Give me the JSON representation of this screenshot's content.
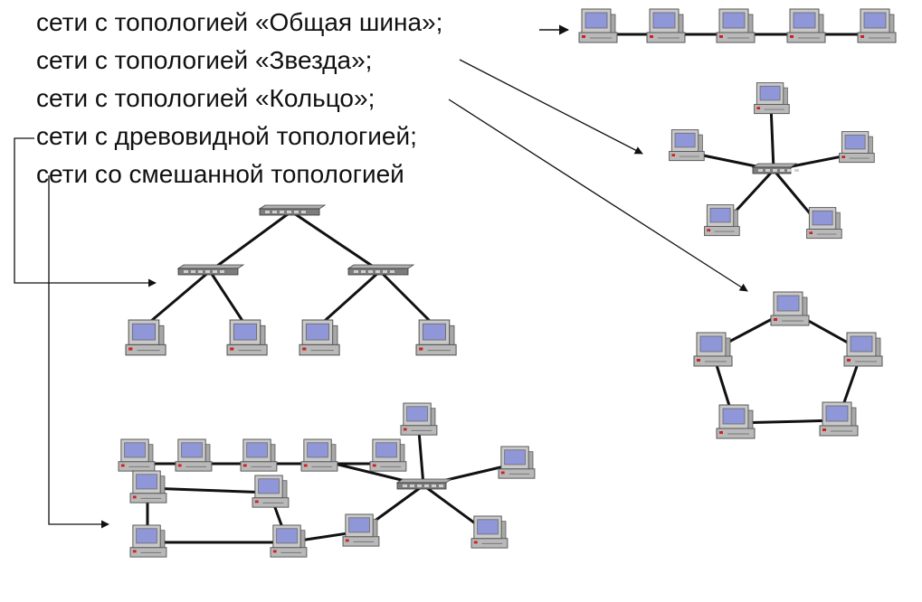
{
  "labels": {
    "bus": "сети с топологией «Общая шина»;",
    "star": "сети с топологией «Звезда»;",
    "ring": "сети с топологией «Кольцо»;",
    "tree": "сети с древовидной топологией;",
    "mixed": "сети со смешанной топологией"
  },
  "topologies": [
    "bus",
    "star",
    "ring",
    "tree",
    "mixed"
  ],
  "colors": {
    "text": "#111111",
    "line": "#111111",
    "monitor_frame": "#c9c9c9",
    "monitor_screen": "#8f97d8",
    "case": "#b9b9b9",
    "switch": "#7d7d7d",
    "led": "#cc2222"
  },
  "icons": [
    "computer-icon",
    "switch-icon",
    "arrow-icon"
  ]
}
